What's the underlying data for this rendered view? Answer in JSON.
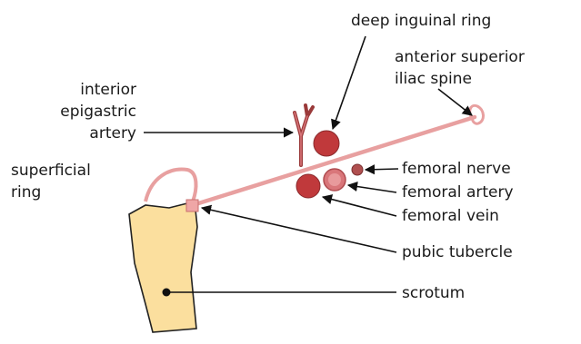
{
  "labels": {
    "deep_inguinal_ring": "deep inguinal ring",
    "anterior_superior_line1": "anterior superior",
    "anterior_superior_line2": "iliac spine",
    "interior_epigastric_line1": "interior",
    "interior_epigastric_line2": "epigastric",
    "interior_epigastric_line3": "artery",
    "superficial_ring_line1": "superficial",
    "superficial_ring_line2": "ring",
    "femoral_nerve": "femoral nerve",
    "femoral_artery": "femoral artery",
    "femoral_vein": "femoral vein",
    "pubic_tubercle": "pubic tubercle",
    "scrotum": "scrotum"
  },
  "colors": {
    "ligament": "#e8a0a0",
    "ligament_outline": "#c96f6f",
    "vessel_dark": "#c0393b",
    "vessel_light": "#d9767a",
    "nerve": "#b05050",
    "epigastric": "#9a3a3a",
    "scrotum_fill": "#fbdf9e",
    "tubercle": "#efa6a6",
    "text": "#1a1a1a"
  }
}
